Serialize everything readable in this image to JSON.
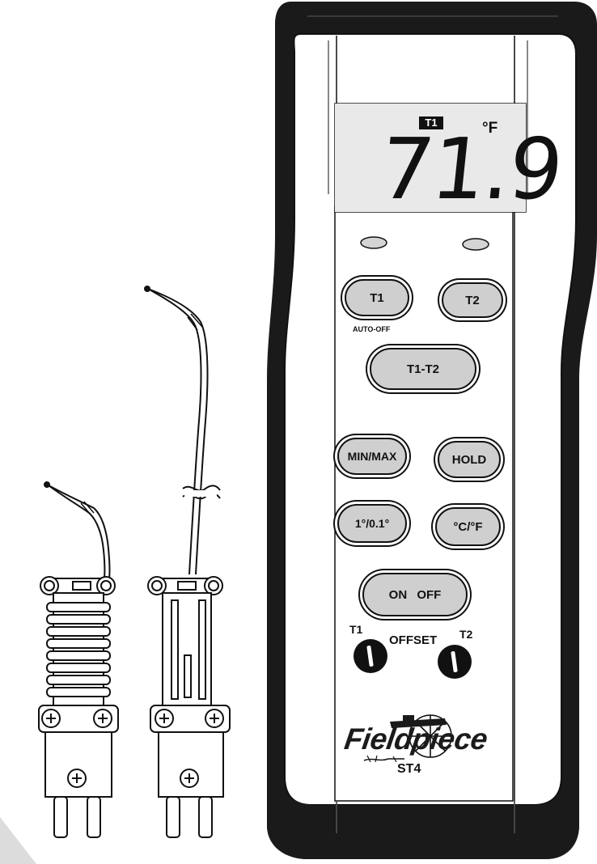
{
  "display": {
    "sensor_tag": "T1",
    "unit": "°F",
    "reading": "71.9"
  },
  "indicators": [
    "left-led",
    "right-led"
  ],
  "buttons": {
    "t1": "T1",
    "t1_sublabel": "AUTO-OFF",
    "t2": "T2",
    "t1_t2": "T1-T2",
    "min_max": "MIN/MAX",
    "hold": "HOLD",
    "resolution": "1°/0.1°",
    "unit_toggle": "°C/°F",
    "power": "ON OFF"
  },
  "offset": {
    "label": "OFFSET",
    "left_label": "T1",
    "right_label": "T2"
  },
  "brand": {
    "name": "Fieldpiece",
    "model": "ST4"
  },
  "colors": {
    "housing": "#1a1a1a",
    "button_fill": "#cfcfcf",
    "face": "#ffffff"
  }
}
